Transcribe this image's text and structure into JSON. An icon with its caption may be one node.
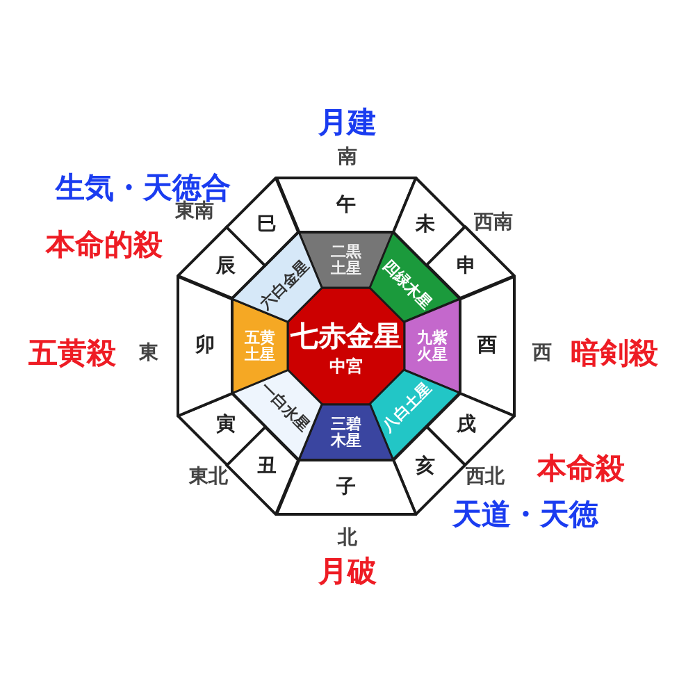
{
  "diagram": {
    "nodes": [
      {
        "text": [
          "七赤金星",
          "中宮"
        ]
      },
      {
        "text": [
          "二黒土星"
        ]
      },
      {
        "text": [
          "四緑木星"
        ]
      },
      {
        "text": [
          "九紫火星"
        ]
      },
      {
        "text": [
          "八白土星"
        ]
      },
      {
        "text": [
          "三碧木星"
        ]
      },
      {
        "text": [
          "一白水星"
        ]
      },
      {
        "text": [
          "五黄土星"
        ]
      },
      {
        "text": [
          "六白金星"
        ]
      },
      {
        "text": [
          "午"
        ]
      },
      {
        "text": [
          "未"
        ]
      },
      {
        "text": [
          "申"
        ]
      },
      {
        "text": [
          "酉"
        ]
      },
      {
        "text": [
          "戌"
        ]
      },
      {
        "text": [
          "亥"
        ]
      },
      {
        "text": [
          "子"
        ]
      },
      {
        "text": [
          "丑"
        ]
      },
      {
        "text": [
          "寅"
        ]
      },
      {
        "text": [
          "卯"
        ]
      },
      {
        "text": [
          "辰"
        ]
      },
      {
        "text": [
          "巳"
        ]
      }
    ],
    "labels": [
      "月建",
      "南",
      "生気・天徳合",
      "東南",
      "西南",
      "本命的殺",
      "五黄殺",
      "東",
      "西",
      "暗剣殺",
      "本命殺",
      "東北",
      "西北",
      "天道・天徳",
      "北",
      "月破"
    ]
  }
}
